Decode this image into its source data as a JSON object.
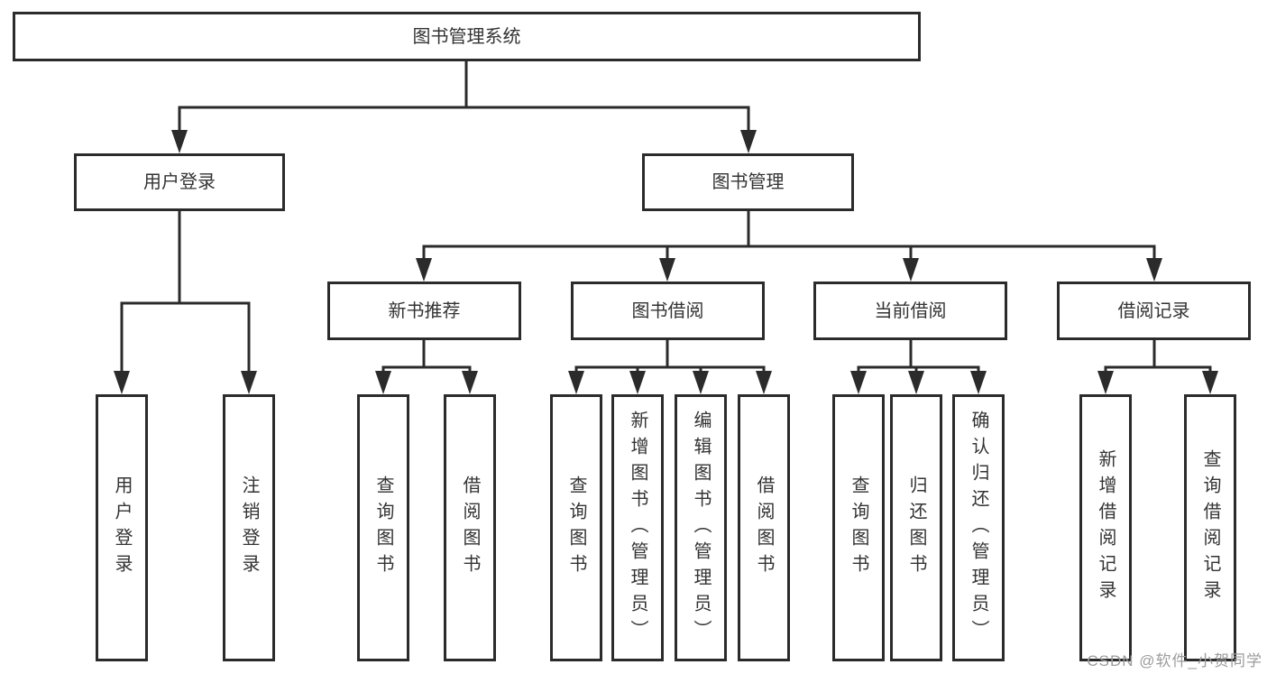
{
  "colors": {
    "line": "#2b2b2b",
    "text": "#333333",
    "watermark": "#9c9c9c",
    "background": "#ffffff"
  },
  "watermark": {
    "text": "CSDN @软件_小贺同学"
  },
  "tree": {
    "root": {
      "label": "图书管理系统",
      "children": [
        {
          "label": "用户登录",
          "children": [
            {
              "label": "用户登录"
            },
            {
              "label": "注销登录"
            }
          ]
        },
        {
          "label": "图书管理",
          "children": [
            {
              "label": "新书推荐",
              "children": [
                {
                  "label": "查询图书"
                },
                {
                  "label": "借阅图书"
                }
              ]
            },
            {
              "label": "图书借阅",
              "children": [
                {
                  "label": "查询图书"
                },
                {
                  "label": "新增图书（管理员）"
                },
                {
                  "label": "编辑图书（管理员）"
                },
                {
                  "label": "借阅图书"
                }
              ]
            },
            {
              "label": "当前借阅",
              "children": [
                {
                  "label": "查询图书"
                },
                {
                  "label": "归还图书"
                },
                {
                  "label": "确认归还（管理员）"
                }
              ]
            },
            {
              "label": "借阅记录",
              "children": [
                {
                  "label": "新增借阅记录"
                },
                {
                  "label": "查询借阅记录"
                }
              ]
            }
          ]
        }
      ]
    }
  }
}
